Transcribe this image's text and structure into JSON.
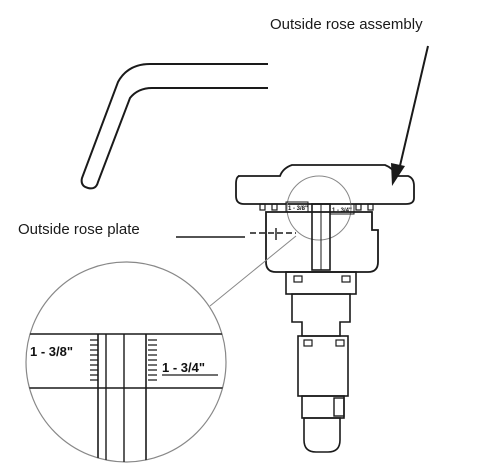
{
  "labels": {
    "outside_rose_assembly": "Outside rose assembly",
    "outside_rose_plate": "Outside rose plate"
  },
  "markings": {
    "left_backset": "1 - 3/8\"",
    "right_backset": "1 - 3/4\"",
    "left_backset_small": "1 - 3/8\"",
    "right_backset_small": "1 - 3/4\""
  },
  "colors": {
    "ink": "#1a1a1a",
    "background": "#ffffff",
    "detail_circle": "#888888"
  }
}
